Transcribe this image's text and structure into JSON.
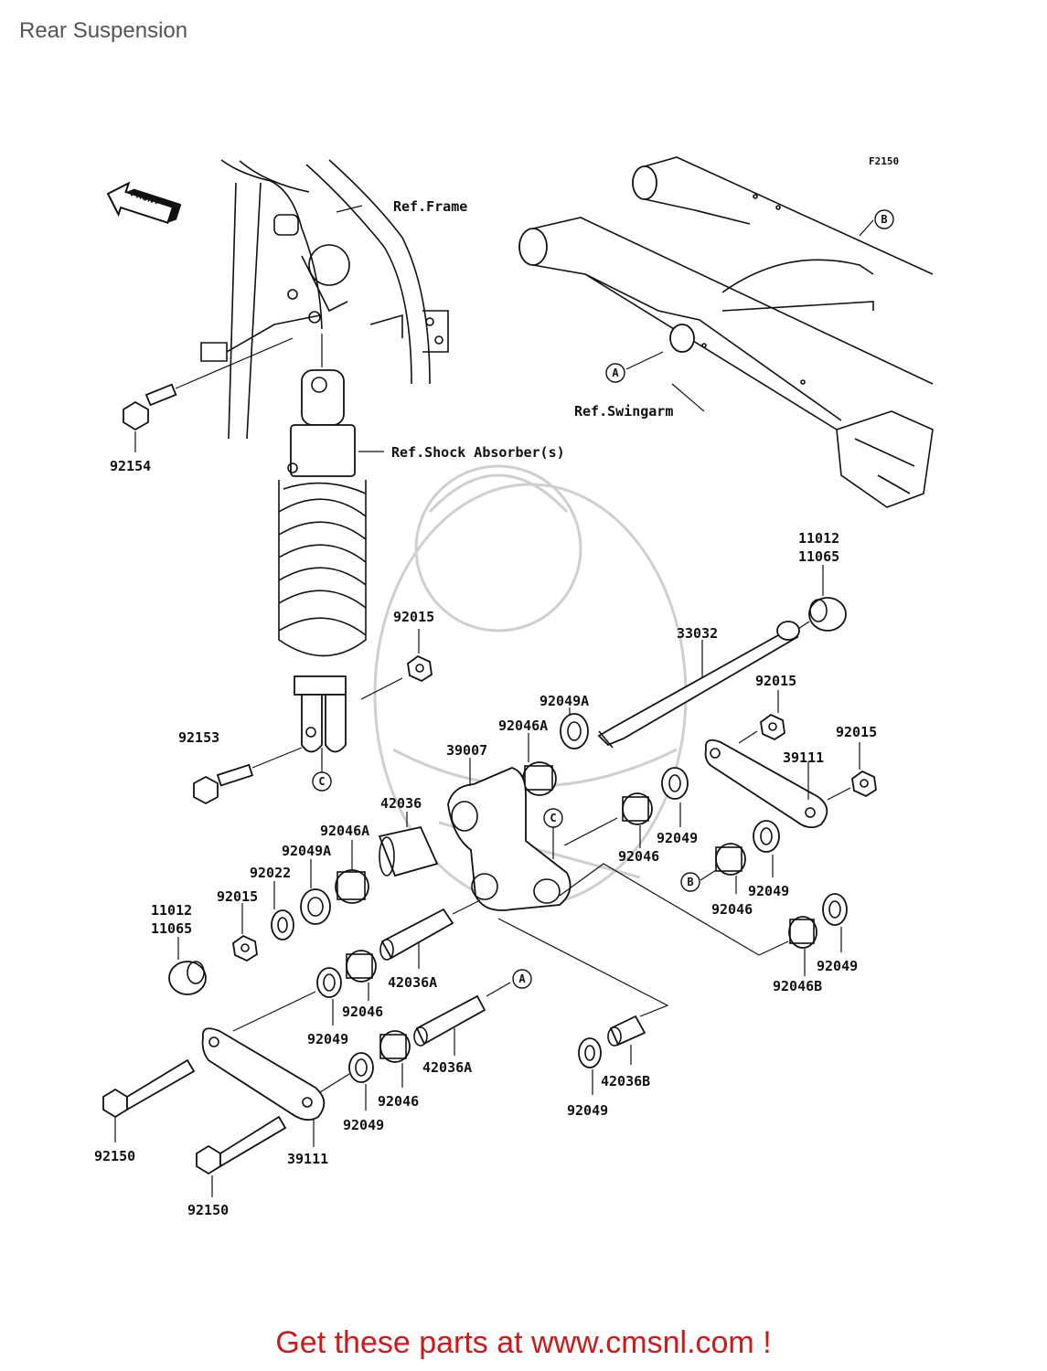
{
  "title": "Rear Suspension",
  "figure_code": "F2150",
  "front_badge": "FRONT",
  "promo_text": "Get these parts at www.cmsnl.com !",
  "refs": {
    "frame": "Ref.Frame",
    "swingarm": "Ref.Swingarm",
    "shock": "Ref.Shock Absorber(s)"
  },
  "markers": {
    "a": "A",
    "b": "B",
    "c": "C"
  },
  "parts": {
    "p92154": "92154",
    "p92153": "92153",
    "p92015_a": "92015",
    "p92015_b": "92015",
    "p92015_c": "92015",
    "p92015_d": "92015",
    "p11012_a": "11012",
    "p11065_a": "11065",
    "p11012_b": "11012",
    "p11065_b": "11065",
    "p33032": "33032",
    "p92049A_a": "92049A",
    "p92049A_b": "92049A",
    "p92046A_a": "92046A",
    "p92046A_b": "92046A",
    "p39007": "39007",
    "p39111_a": "39111",
    "p39111_b": "39111",
    "p42036": "42036",
    "p42036A_a": "42036A",
    "p42036A_b": "42036A",
    "p42036B": "42036B",
    "p92022": "92022",
    "p92049_a": "92049",
    "p92049_b": "92049",
    "p92049_c": "92049",
    "p92049_d": "92049",
    "p92049_e": "92049",
    "p92049_f": "92049",
    "p92046_a": "92046",
    "p92046_b": "92046",
    "p92046_c": "92046",
    "p92046_d": "92046",
    "p92046B": "92046B",
    "p92150_a": "92150",
    "p92150_b": "92150"
  }
}
